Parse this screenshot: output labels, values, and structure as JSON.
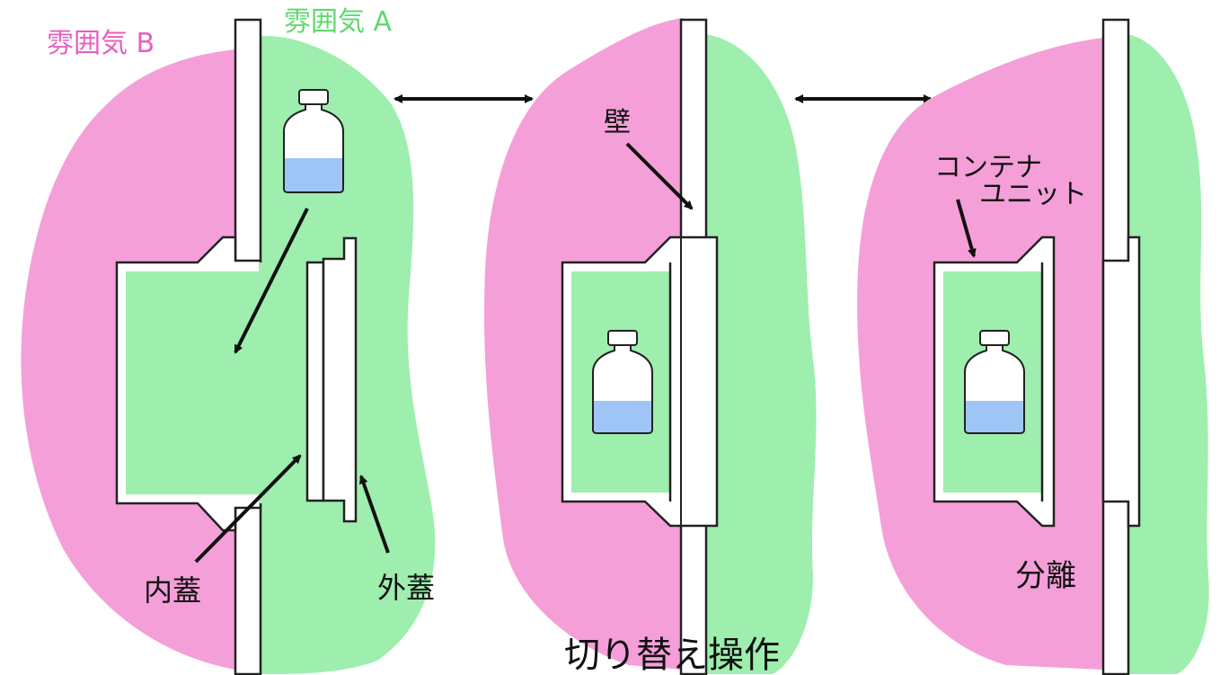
{
  "labels": {
    "atmosphere_b": "雰囲気 B",
    "atmosphere_a": "雰囲気 A",
    "inner_lid": "内蓋",
    "outer_lid": "外蓋",
    "wall": "壁",
    "container_unit_line1": "コンテナ",
    "container_unit_line2": "ユニット",
    "separation": "分離",
    "switching_operation": "切り替え操作"
  },
  "colors": {
    "atmosphere_b": "#f59fd9",
    "atmosphere_a": "#9eeeae",
    "liquid": "#9ec5f5",
    "label_b": "#e75fbf",
    "label_a": "#5fd86e",
    "line": "#222222"
  },
  "panels": [
    {
      "name": "stage-1-separate-lids",
      "state": "bottle outside container, lids open"
    },
    {
      "name": "stage-2-docked",
      "state": "bottle inside container docked to wall"
    },
    {
      "name": "stage-3-separated",
      "state": "container unit separated"
    }
  ]
}
